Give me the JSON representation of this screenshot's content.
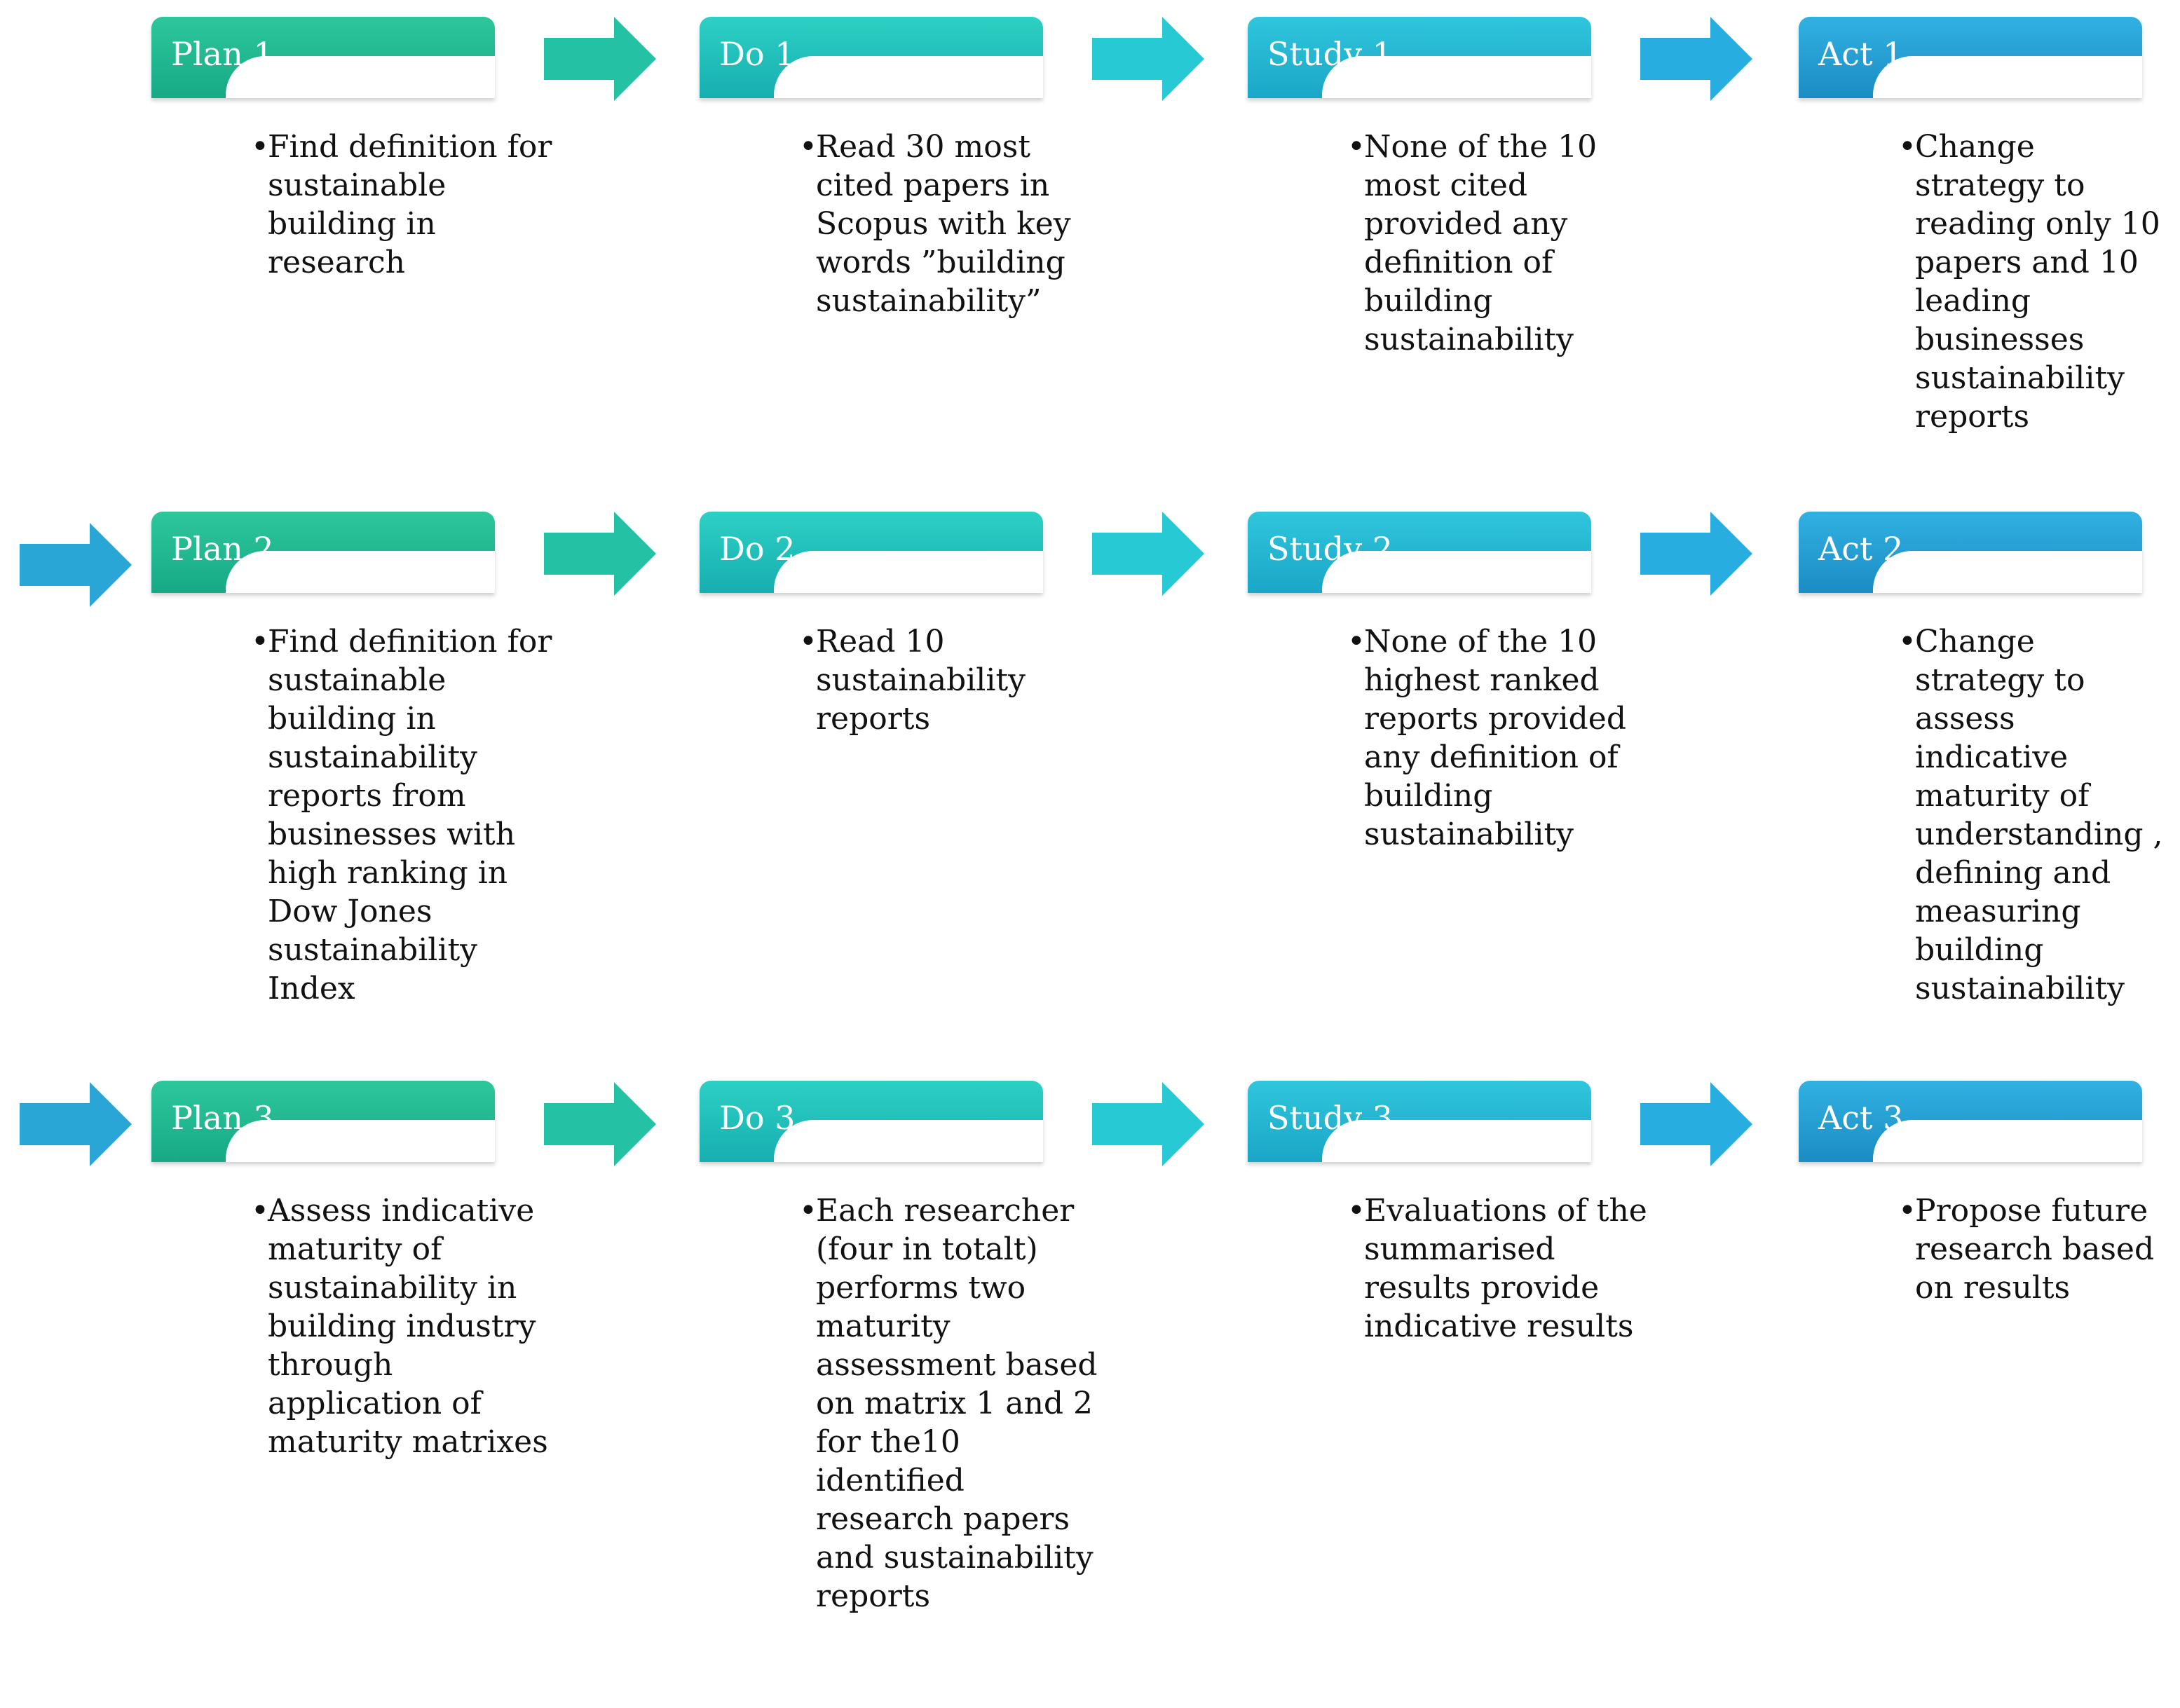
{
  "rows": [
    {
      "steps": [
        {
          "title": "Plan 1",
          "text": "Find definition for sustainable building in research"
        },
        {
          "title": "Do 1",
          "text": "Read 30 most cited papers in Scopus with key words ”building sustainability”"
        },
        {
          "title": "Study 1",
          "text": "None of the 10 most cited provided any definition of building sustainability"
        },
        {
          "title": "Act 1",
          "text": "Change strategy to reading only 10 papers and 10 leading businesses sustainability reports"
        }
      ]
    },
    {
      "steps": [
        {
          "title": "Plan 2",
          "text": "Find definition for sustainable building in sustainability reports from businesses with high ranking in Dow Jones sustainability Index"
        },
        {
          "title": "Do 2",
          "text": "Read 10 sustainability reports"
        },
        {
          "title": "Study 2",
          "text": "None of the 10 highest ranked reports provided any definition of building sustainability"
        },
        {
          "title": "Act 2",
          "text": "Change strategy to assess indicative maturity of understanding , defining and measuring building sustainability"
        }
      ]
    },
    {
      "steps": [
        {
          "title": "Plan 3",
          "text": "Assess indicative maturity of sustainability in building industry through application of maturity matrixes"
        },
        {
          "title": "Do 3",
          "text": "Each researcher (four in totalt) performs two maturity assessment based on matrix 1 and 2 for the10 identified research papers and sustainability reports"
        },
        {
          "title": "Study 3",
          "text": "Evaluations of the summarised results provide indicative results"
        },
        {
          "title": "Act 3",
          "text": "Propose future research based on results"
        }
      ]
    }
  ],
  "colors": {
    "plan": [
      "#2dc79b",
      "#17a985"
    ],
    "do": [
      "#2dd0c4",
      "#17aeb0"
    ],
    "study": [
      "#30c6dc",
      "#1aa6c7"
    ],
    "act": [
      "#31b1e2",
      "#1b8cc4"
    ]
  },
  "icons": {
    "flow_arrow": "right-arrow-icon"
  }
}
